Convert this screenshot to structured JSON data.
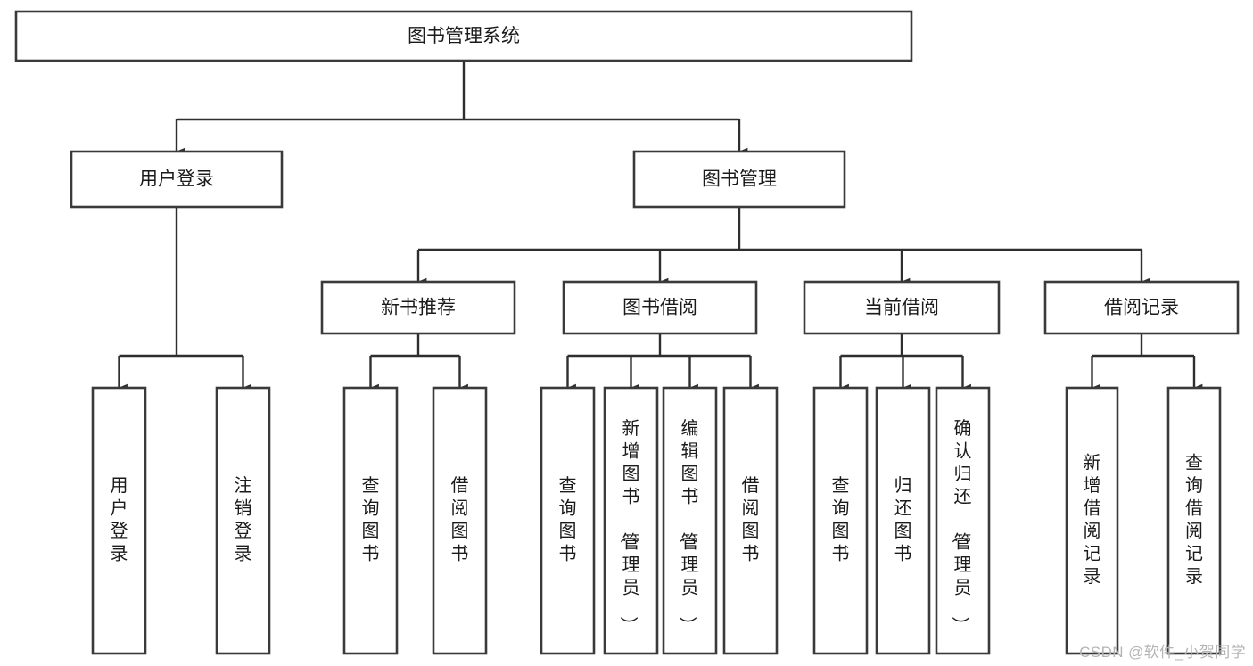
{
  "diagram": {
    "type": "tree-hierarchy",
    "title": "图书管理系统",
    "watermark": "CSDN @软件_小贺同学",
    "colors": {
      "box_stroke": "#3a3a3a",
      "box_fill": "#ffffff",
      "connector": "#2e2e2e",
      "text": "#1b1b1b",
      "watermark": "#b4b4b4",
      "background": "#ffffff"
    },
    "root": {
      "label": "图书管理系统",
      "orientation": "horizontal"
    },
    "level2": [
      {
        "label": "用户登录",
        "orientation": "horizontal"
      },
      {
        "label": "图书管理",
        "orientation": "horizontal"
      }
    ],
    "level3": [
      {
        "label": "新书推荐",
        "orientation": "horizontal",
        "parent": "图书管理"
      },
      {
        "label": "图书借阅",
        "orientation": "horizontal",
        "parent": "图书管理"
      },
      {
        "label": "当前借阅",
        "orientation": "horizontal",
        "parent": "图书管理"
      },
      {
        "label": "借阅记录",
        "orientation": "horizontal",
        "parent": "图书管理"
      }
    ],
    "leaves": {
      "用户登录": [
        {
          "label": "用户登录",
          "orientation": "vertical"
        },
        {
          "label": "注销登录",
          "orientation": "vertical"
        }
      ],
      "新书推荐": [
        {
          "label": "查询图书",
          "orientation": "vertical"
        },
        {
          "label": "借阅图书",
          "orientation": "vertical"
        }
      ],
      "图书借阅": [
        {
          "label": "查询图书",
          "orientation": "vertical"
        },
        {
          "label": "新增图书（管理员）",
          "orientation": "vertical"
        },
        {
          "label": "编辑图书（管理员）",
          "orientation": "vertical"
        },
        {
          "label": "借阅图书",
          "orientation": "vertical"
        }
      ],
      "当前借阅": [
        {
          "label": "查询图书",
          "orientation": "vertical"
        },
        {
          "label": "归还图书",
          "orientation": "vertical"
        },
        {
          "label": "确认归还（管理员）",
          "orientation": "vertical"
        }
      ],
      "借阅记录": [
        {
          "label": "新增借阅记录",
          "orientation": "vertical"
        },
        {
          "label": "查询借阅记录",
          "orientation": "vertical"
        }
      ]
    }
  }
}
